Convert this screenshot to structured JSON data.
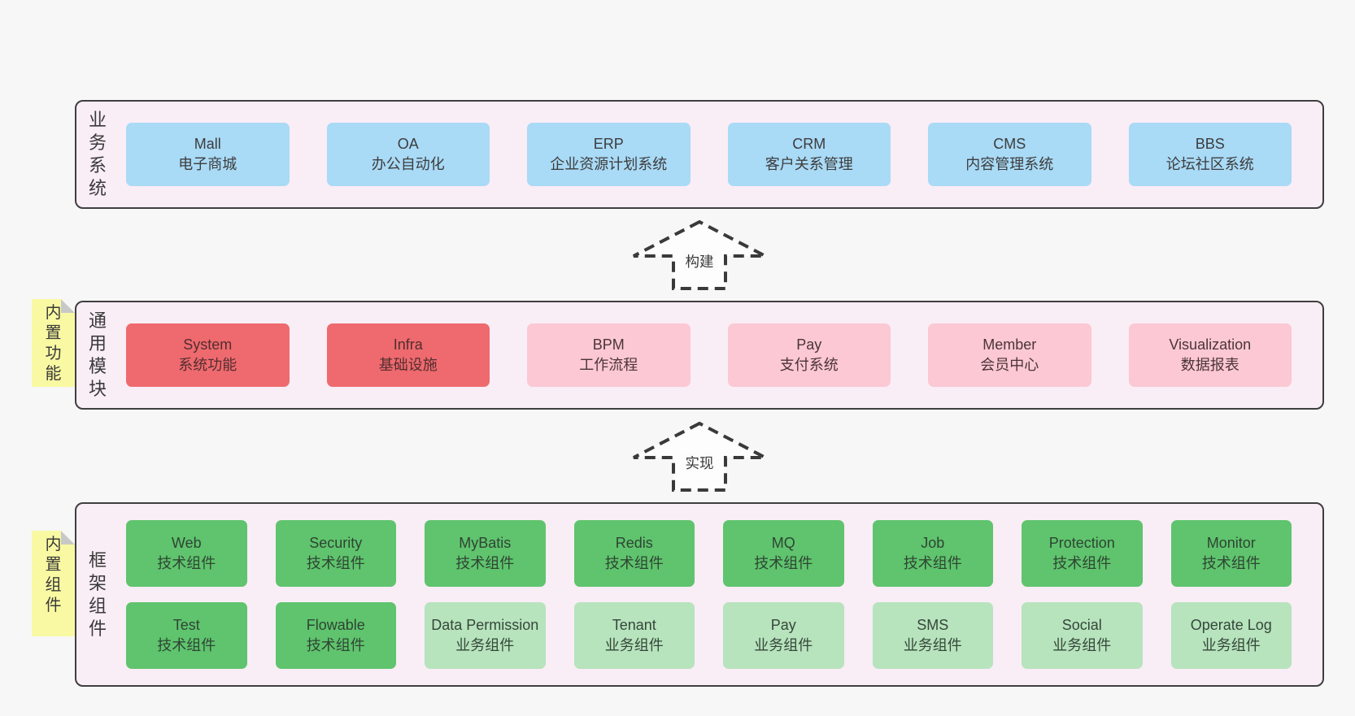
{
  "colors": {
    "page_bg": "#f7f7f7",
    "band_bg": "#f9edf6",
    "band_border": "#3f3f3f",
    "box_blue": "#a9daf6",
    "box_red": "#ee6a6e",
    "box_pink": "#fbc8d3",
    "box_green": "#5fc46d",
    "box_light_green": "#b7e3bd",
    "sticky_yellow": "#f9f9a3",
    "sticky_fold": "#c8c8c8",
    "arrow_stroke": "#3a3a3a",
    "text": "#3d3d3d"
  },
  "arrows": [
    {
      "label": "构建"
    },
    {
      "label": "实现"
    }
  ],
  "bands": [
    {
      "label": "业务系统",
      "items": [
        {
          "name": "Mall",
          "desc": "电子商城",
          "color": "blue"
        },
        {
          "name": "OA",
          "desc": "办公自动化",
          "color": "blue"
        },
        {
          "name": "ERP",
          "desc": "企业资源计划系统",
          "color": "blue"
        },
        {
          "name": "CRM",
          "desc": "客户关系管理",
          "color": "blue"
        },
        {
          "name": "CMS",
          "desc": "内容管理系统",
          "color": "blue"
        },
        {
          "name": "BBS",
          "desc": "论坛社区系统",
          "color": "blue"
        }
      ]
    },
    {
      "label": "通用模块",
      "sticky": "内置功能",
      "items": [
        {
          "name": "System",
          "desc": "系统功能",
          "color": "red"
        },
        {
          "name": "Infra",
          "desc": "基础设施",
          "color": "red"
        },
        {
          "name": "BPM",
          "desc": "工作流程",
          "color": "pink"
        },
        {
          "name": "Pay",
          "desc": "支付系统",
          "color": "pink"
        },
        {
          "name": "Member",
          "desc": "会员中心",
          "color": "pink"
        },
        {
          "name": "Visualization",
          "desc": "数据报表",
          "color": "pink"
        }
      ]
    },
    {
      "label": "框架组件",
      "sticky": "内置组件",
      "rows": [
        [
          {
            "name": "Web",
            "desc": "技术组件",
            "color": "green"
          },
          {
            "name": "Security",
            "desc": "技术组件",
            "color": "green"
          },
          {
            "name": "MyBatis",
            "desc": "技术组件",
            "color": "green"
          },
          {
            "name": "Redis",
            "desc": "技术组件",
            "color": "green"
          },
          {
            "name": "MQ",
            "desc": "技术组件",
            "color": "green"
          },
          {
            "name": "Job",
            "desc": "技术组件",
            "color": "green"
          },
          {
            "name": "Protection",
            "desc": "技术组件",
            "color": "green"
          },
          {
            "name": "Monitor",
            "desc": "技术组件",
            "color": "green"
          }
        ],
        [
          {
            "name": "Test",
            "desc": "技术组件",
            "color": "green"
          },
          {
            "name": "Flowable",
            "desc": "技术组件",
            "color": "green"
          },
          {
            "name": "Data Permission",
            "desc": "业务组件",
            "color": "light-green"
          },
          {
            "name": "Tenant",
            "desc": "业务组件",
            "color": "light-green"
          },
          {
            "name": "Pay",
            "desc": "业务组件",
            "color": "light-green"
          },
          {
            "name": "SMS",
            "desc": "业务组件",
            "color": "light-green"
          },
          {
            "name": "Social",
            "desc": "业务组件",
            "color": "light-green"
          },
          {
            "name": "Operate Log",
            "desc": "业务组件",
            "color": "light-green"
          }
        ]
      ]
    }
  ]
}
